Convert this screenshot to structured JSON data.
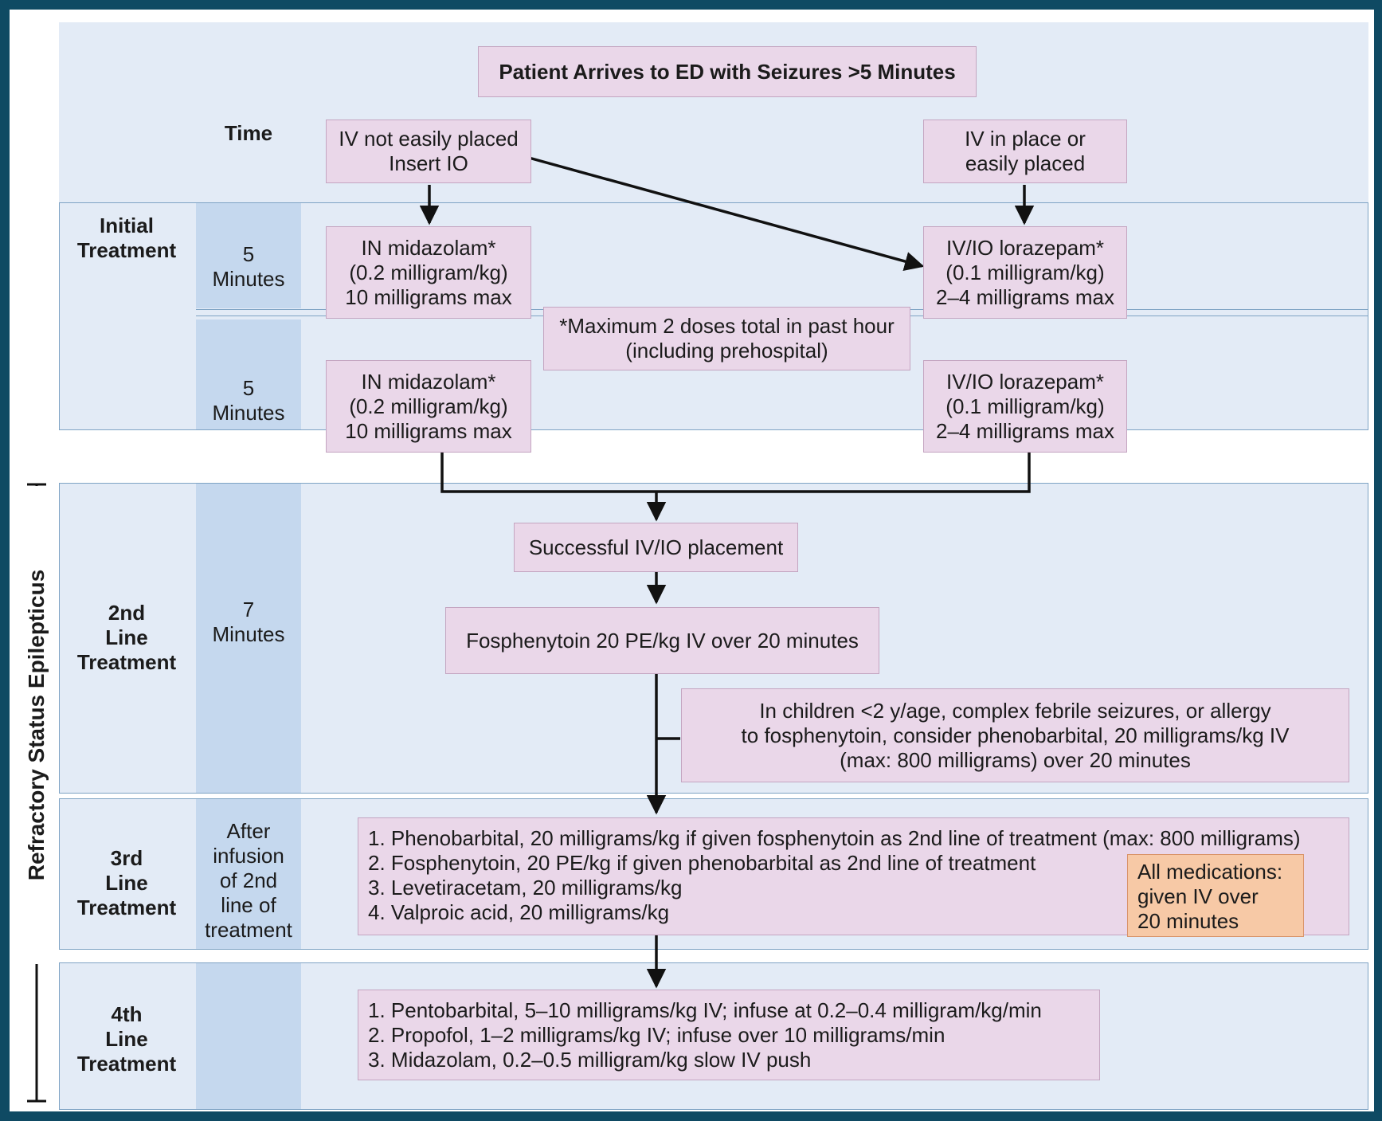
{
  "header": {
    "start": "Patient Arrives to ED with Seizures >5 Minutes"
  },
  "time_label": "Time",
  "branches": {
    "left_start": "IV not easily placed\nInsert IO",
    "right_start": "IV in place or\neasily placed"
  },
  "initial": {
    "label": "Initial\nTreatment",
    "time_1": "5\nMinutes",
    "time_2": "5\nMinutes",
    "left_dose_1": "IN midazolam*\n(0.2 milligram/kg)\n10 milligrams max",
    "right_dose_1": "IV/IO lorazepam*\n(0.1 milligram/kg)\n2–4 milligrams max",
    "footnote": "*Maximum 2 doses total in past hour\n(including prehospital)",
    "left_dose_2": "IN midazolam*\n(0.2 milligram/kg)\n10 milligrams max",
    "right_dose_2": "IV/IO lorazepam*\n(0.1 milligram/kg)\n2–4 milligrams max"
  },
  "second": {
    "label": "2nd\nLine\nTreatment",
    "time": "7\nMinutes",
    "placement": "Successful IV/IO placement",
    "drug": "Fosphenytoin 20 PE/kg IV over 20 minutes",
    "alternative": "In children <2 y/age, complex febrile seizures, or allergy\nto fosphenytoin, consider phenobarbital, 20 milligrams/kg IV\n(max: 800 milligrams) over 20 minutes"
  },
  "third": {
    "label": "3rd\nLine\nTreatment",
    "time": "After\ninfusion\nof 2nd\nline of\ntreatment",
    "items": [
      "1. Phenobarbital, 20 milligrams/kg if given fosphenytoin as 2nd line of treatment (max: 800 milligrams)",
      "2. Fosphenytoin, 20 PE/kg if given phenobarbital as 2nd line of treatment",
      "3. Levetiracetam, 20 milligrams/kg",
      "4. Valproic acid, 20 milligrams/kg"
    ],
    "note": "All medications:\ngiven IV over\n20 minutes"
  },
  "fourth": {
    "label": "4th\nLine\nTreatment",
    "items": [
      "1. Pentobarbital, 5–10 milligrams/kg IV; infuse at 0.2–0.4 milligram/kg/min",
      "2. Propofol, 1–2 milligrams/kg IV; infuse over 10 milligrams/min",
      "3. Midazolam, 0.2–0.5 milligram/kg slow IV push"
    ]
  },
  "side_label": "Refractory Status Epilepticus",
  "colors": {
    "frame": "#0f4a63",
    "band": "#e3ebf6",
    "time_column": "#c5d8ee",
    "box_fill": "#ead7e9",
    "box_border": "#c4a5c1",
    "note_fill": "#f7c9a6",
    "arrows": "#111111"
  }
}
